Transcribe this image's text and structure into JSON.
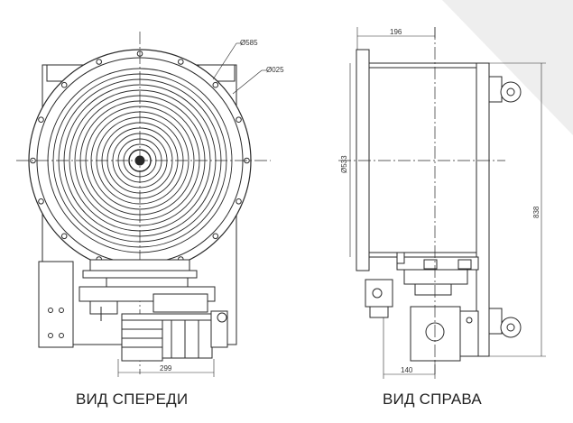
{
  "captions": {
    "front_view": "ВИД СПЕРЕДИ",
    "side_view": "ВИД СПРАВА"
  },
  "dimensions": {
    "d585": "Ø585",
    "d025": "Ø025",
    "d533": "Ø533",
    "w196": "196",
    "h838": "838",
    "w299": "299",
    "w140": "140"
  },
  "colors": {
    "line": "#2a2a2a",
    "background": "#ffffff",
    "corner_shade": "#eeeeee"
  }
}
